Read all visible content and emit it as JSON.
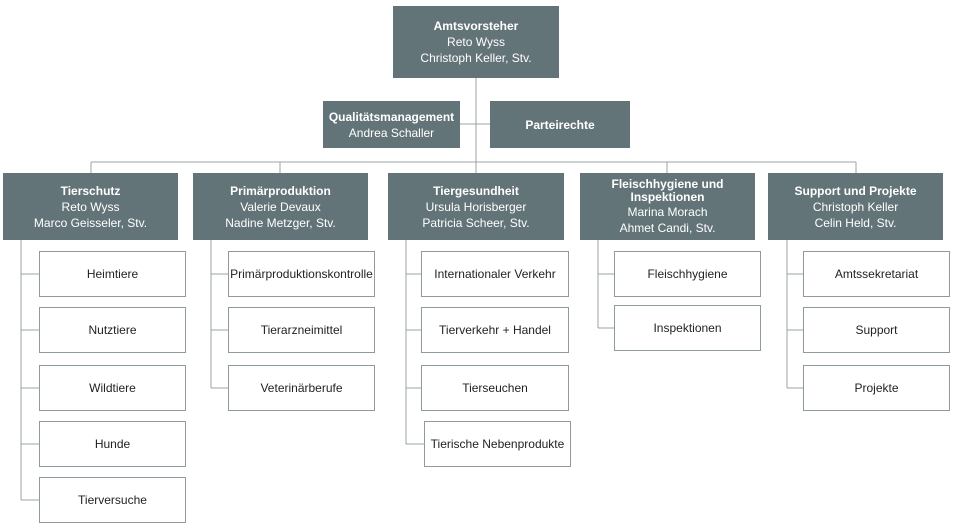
{
  "top": {
    "title": "Amtsvorsteher",
    "lines": [
      "Reto Wyss",
      "Christoph Keller, Stv."
    ]
  },
  "staff": [
    {
      "title": "Qualitätsmanagement",
      "lines": [
        "Andrea Schaller"
      ]
    },
    {
      "title": "Parteirechte",
      "lines": []
    }
  ],
  "divisions": [
    {
      "title": "Tierschutz",
      "lines": [
        "Reto Wyss",
        "Marco Geisseler, Stv."
      ],
      "units": [
        "Heimtiere",
        "Nutztiere",
        "Wildtiere",
        "Hunde",
        "Tierversuche"
      ]
    },
    {
      "title": "Primärproduktion",
      "lines": [
        "Valerie Devaux",
        "Nadine Metzger,  Stv."
      ],
      "units": [
        "Primärproduktionskontrolle",
        "Tierarzneimittel",
        "Veterinärberufe"
      ]
    },
    {
      "title": "Tiergesundheit",
      "lines": [
        "Ursula Horisberger",
        "Patricia Scheer, Stv."
      ],
      "units": [
        "Internationaler Verkehr",
        "Tierverkehr + Handel",
        "Tierseuchen",
        "Tierische Nebenprodukte"
      ]
    },
    {
      "title": "Fleischhygiene  und Inspektionen",
      "lines": [
        "Marina Morach",
        "Ahmet Candi, Stv."
      ],
      "units": [
        "Fleischhygiene",
        "Inspektionen"
      ]
    },
    {
      "title": "Support und Projekte",
      "lines": [
        "Christoph Keller",
        "Celin Held, Stv."
      ],
      "units": [
        "Amtssekretariat",
        "Support",
        "Projekte"
      ]
    }
  ]
}
